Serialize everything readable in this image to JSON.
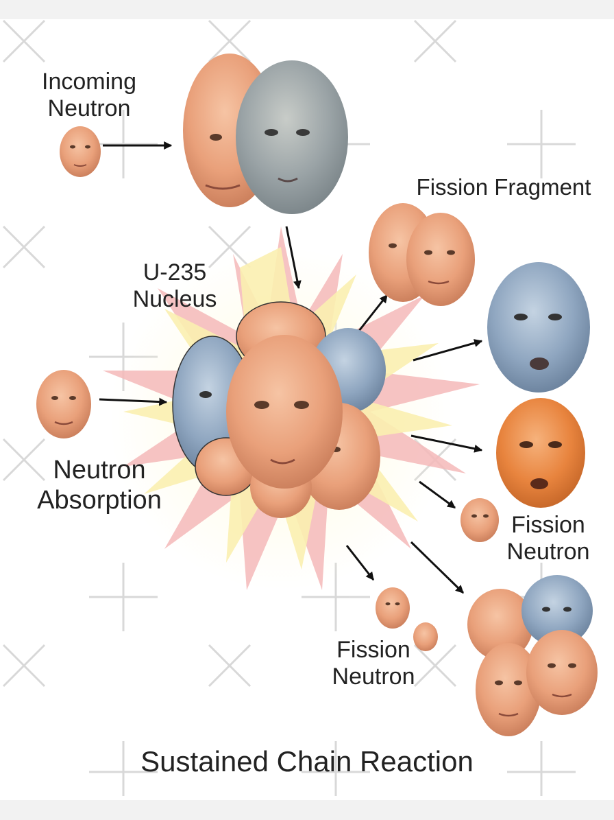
{
  "labels": {
    "incoming": "Incoming\nNeutron",
    "u235": "U-235\nNucleus",
    "fragment": "Fission Fragment",
    "absorption": "Neutron\nAbsorption",
    "fission_right": "Fission\nNeutron",
    "fission_bottom": "Fission\nNeutron",
    "title": "Sustained Chain Reaction"
  },
  "colors": {
    "background": "#ffffff",
    "page_border": "#f2f2f2",
    "face_skin": "#e9a07a",
    "face_blue": "#8fa6c0",
    "face_orange": "#e8843e",
    "burst_red": "#f4b8b8",
    "burst_yellow": "#fbf0b0",
    "arrow": "#111111",
    "watermark": "#cfcfcf"
  },
  "icons": {
    "head": "face-icon",
    "arrow": "arrow-icon",
    "watermark": "cross-watermark-icon"
  }
}
